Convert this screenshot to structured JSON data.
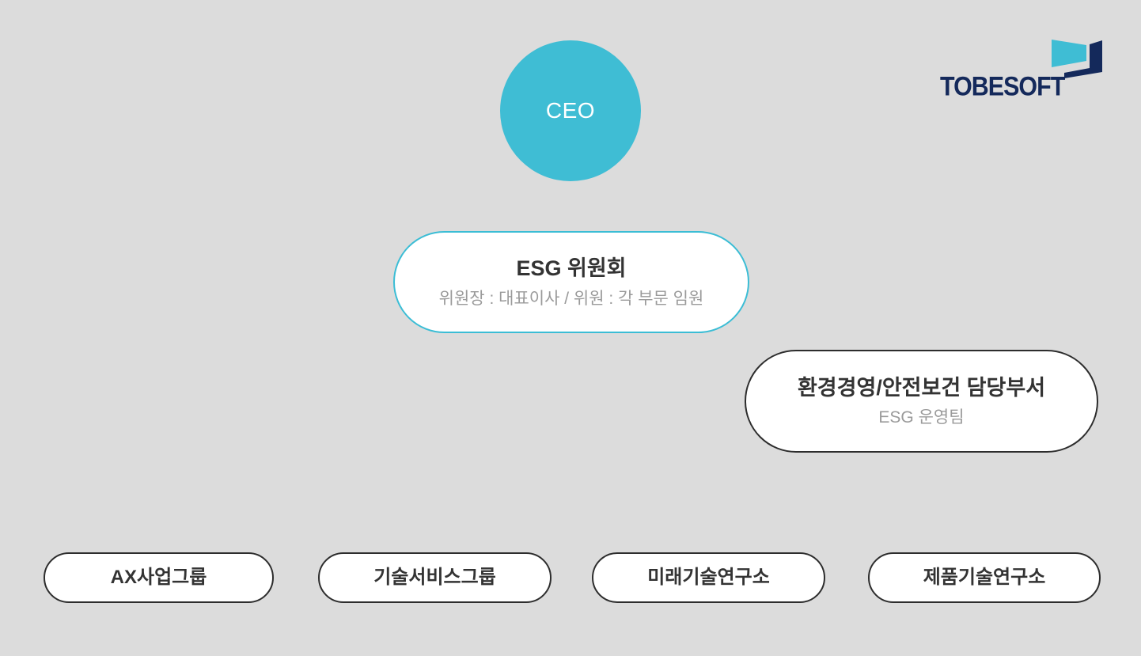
{
  "page": {
    "background_color": "#dcdcdc"
  },
  "logo": {
    "text": "TOBESOFT",
    "text_color": "#14295b",
    "mark_cyan": "#3fbdd4",
    "mark_navy": "#14295b"
  },
  "org_chart": {
    "ceo": {
      "label": "CEO",
      "fill_color": "#3fbdd4",
      "text_color": "#ffffff"
    },
    "esg_committee": {
      "title": "ESG 위원회",
      "subtitle": "위원장 : 대표이사 / 위원 : 각 부문 임원",
      "border_color": "#3bbdd5"
    },
    "esg_department": {
      "title": "환경경영/안전보건 담당부서",
      "subtitle": "ESG 운영팀",
      "border_color": "#2d2d2d"
    },
    "groups": [
      {
        "label": "AX사업그룹"
      },
      {
        "label": "기술서비스그룹"
      },
      {
        "label": "미래기술연구소"
      },
      {
        "label": "제품기술연구소"
      }
    ]
  }
}
